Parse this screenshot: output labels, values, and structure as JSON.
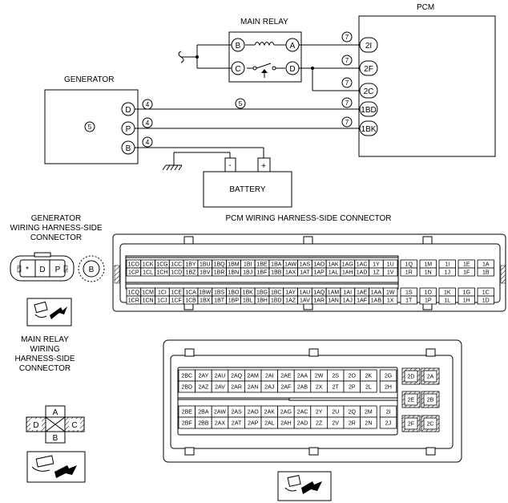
{
  "labels": {
    "main_relay": "MAIN RELAY",
    "pcm": "PCM",
    "generator": "GENERATOR",
    "battery": "BATTERY",
    "generator_connector": [
      "GENERATOR",
      "WIRING HARNESS-SIDE",
      "CONNECTOR"
    ],
    "pcm_connector": "PCM WIRING HARNESS-SIDE CONNECTOR",
    "main_relay_connector": [
      "MAIN RELAY",
      "WIRING",
      "HARNESS-SIDE",
      "CONNECTOR"
    ]
  },
  "circle_numbers": {
    "seven": "7",
    "four": "4",
    "five": "5"
  },
  "relay_terminals": {
    "B": "B",
    "A": "A",
    "C": "C",
    "D": "D"
  },
  "pcm_terminals": [
    "2I",
    "2F",
    "2C",
    "1BD",
    "1BK"
  ],
  "generator_terminals": [
    "D",
    "P",
    "B"
  ],
  "battery_terminals": {
    "neg": "-",
    "pos": "+"
  },
  "gen_conn_pins": [
    "*",
    "D",
    "P"
  ],
  "gen_conn_b": "B",
  "relay_conn_pins": {
    "A": "A",
    "B": "B",
    "C": "C",
    "D": "D"
  },
  "pcm_conn1": {
    "top": [
      [
        "1CO",
        "1CK",
        "1CG",
        "1CC",
        "1BY",
        "1BU",
        "1BQ",
        "1BM",
        "1BI",
        "1BE",
        "1BA",
        "1AW",
        "1AS",
        "1AO",
        "1AK",
        "1AG",
        "1AC",
        "1Y",
        "1U"
      ],
      [
        "1CP",
        "1CL",
        "1CH",
        "1CD",
        "1BZ",
        "1BV",
        "1BR",
        "1BN",
        "1BJ",
        "1BF",
        "1BB",
        "1AX",
        "1AT",
        "1AP",
        "1AL",
        "1AH",
        "1AD",
        "1Z",
        "1V"
      ]
    ],
    "bottom": [
      [
        "1CQ",
        "1CM",
        "1CI",
        "1CE",
        "1CA",
        "1BW",
        "1BS",
        "1BO",
        "1BK",
        "1BG",
        "1BC",
        "1AY",
        "1AU",
        "1AQ",
        "1AM",
        "1AI",
        "1AE",
        "1AA",
        "1W"
      ],
      [
        "1CR",
        "1CN",
        "1CJ",
        "1CF",
        "1CB",
        "1BX",
        "1BT",
        "1BP",
        "1BL",
        "1BH",
        "1BD",
        "1AZ",
        "1AV",
        "1AR",
        "1AN",
        "1AJ",
        "1AF",
        "1AB",
        "1X"
      ]
    ],
    "right_top": [
      [
        "1Q",
        "1M",
        "1I",
        "1E",
        "1A"
      ],
      [
        "1R",
        "1N",
        "1J",
        "1F",
        "1B"
      ]
    ],
    "right_bottom": [
      [
        "1S",
        "1O",
        "1K",
        "1G",
        "1C"
      ],
      [
        "1T",
        "1P",
        "1L",
        "1H",
        "1D"
      ]
    ]
  },
  "pcm_conn2": {
    "top": [
      [
        "2BC",
        "2AY",
        "2AU",
        "2AQ",
        "2AM",
        "2AI",
        "2AE",
        "2AA",
        "2W",
        "2S",
        "2O",
        "2K",
        "2G"
      ],
      [
        "2BD",
        "2AZ",
        "2AV",
        "2AR",
        "2AN",
        "2AJ",
        "2AF",
        "2AB",
        "2X",
        "2T",
        "2P",
        "2L",
        "2H"
      ]
    ],
    "bottom": [
      [
        "2BE",
        "2BA",
        "2AW",
        "2AS",
        "2AO",
        "2AK",
        "2AG",
        "2AC",
        "2Y",
        "2U",
        "2Q",
        "2M",
        "2I"
      ],
      [
        "2BF",
        "2BB",
        "2AX",
        "2AT",
        "2AP",
        "2AL",
        "2AH",
        "2AD",
        "2Z",
        "2V",
        "2R",
        "2N",
        "2J"
      ]
    ],
    "right": [
      [
        "2D",
        "2A"
      ],
      [
        "2E",
        "2B"
      ],
      [
        "2F",
        "2C"
      ]
    ]
  }
}
